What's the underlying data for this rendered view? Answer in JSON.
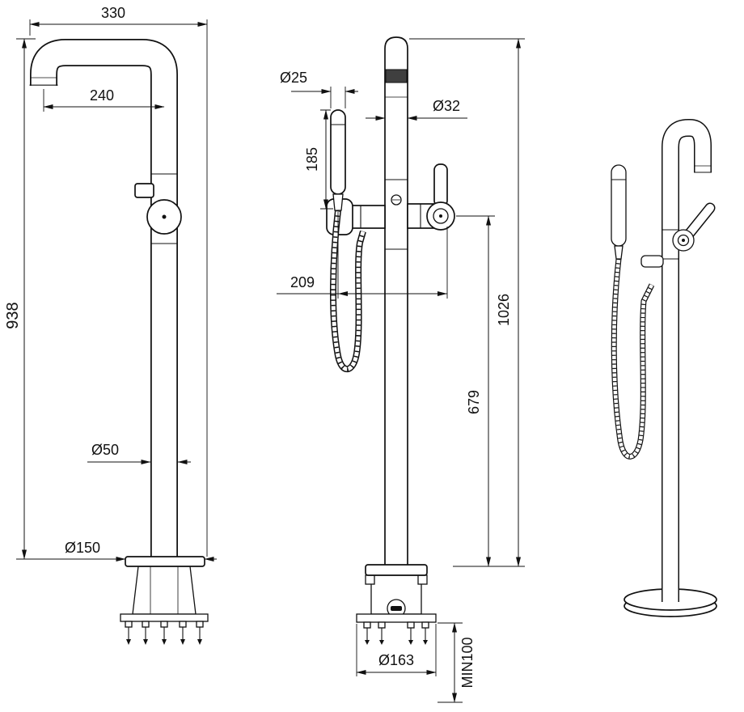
{
  "title": "Freestanding bath mixer with hand shower - technical drawing",
  "colors": {
    "line": "#111111",
    "background": "#ffffff",
    "shade": "#3f3f3f"
  },
  "views": {
    "side": {
      "dims": {
        "overall_depth": "330",
        "spout_reach": "240",
        "spout_height": "938",
        "column_diameter": "Ø50",
        "flange_diameter": "Ø150"
      }
    },
    "front": {
      "dims": {
        "handshower_diameter": "Ø25",
        "column_diameter": "Ø32",
        "handshower_length": "185",
        "handle_offset": "209",
        "overall_height": "1026",
        "handle_height": "679",
        "base_plate_diameter": "Ø163",
        "min_recess_depth": "MIN100"
      }
    }
  }
}
